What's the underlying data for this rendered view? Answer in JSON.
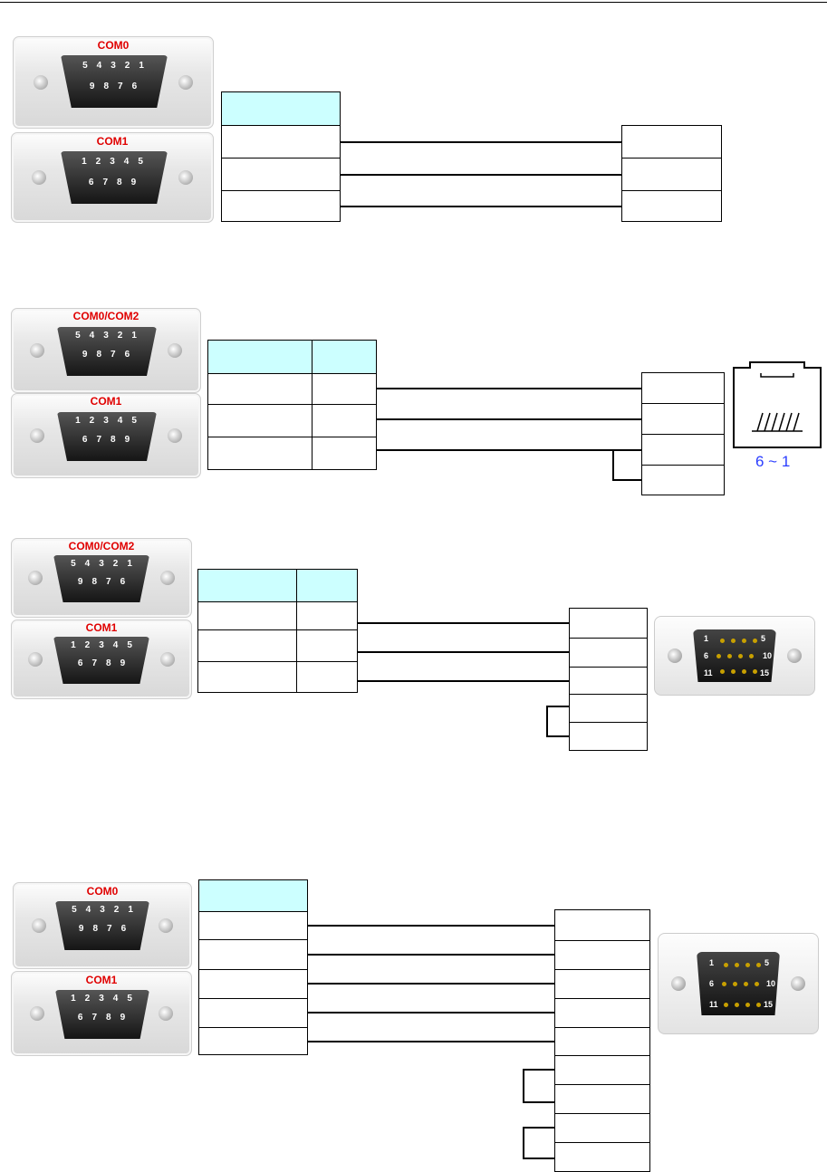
{
  "diagram1": {
    "top_connector": {
      "title": "COM0",
      "pins_row1": [
        "5",
        "4",
        "3",
        "2",
        "1"
      ],
      "pins_row2": [
        "9",
        "8",
        "7",
        "6"
      ]
    },
    "bottom_connector": {
      "title": "COM1",
      "pins_row1": [
        "1",
        "2",
        "3",
        "4",
        "5"
      ],
      "pins_row2": [
        "6",
        "7",
        "8",
        "9"
      ]
    }
  },
  "diagram2": {
    "top_connector": {
      "title": "COM0/COM2",
      "pins_row1": [
        "5",
        "4",
        "3",
        "2",
        "1"
      ],
      "pins_row2": [
        "9",
        "8",
        "7",
        "6"
      ]
    },
    "bottom_connector": {
      "title": "COM1",
      "pins_row1": [
        "1",
        "2",
        "3",
        "4",
        "5"
      ],
      "pins_row2": [
        "6",
        "7",
        "8",
        "9"
      ]
    },
    "rj_caption": "6 ~ 1"
  },
  "diagram3": {
    "top_connector": {
      "title": "COM0/COM2",
      "pins_row1": [
        "5",
        "4",
        "3",
        "2",
        "1"
      ],
      "pins_row2": [
        "9",
        "8",
        "7",
        "6"
      ]
    },
    "bottom_connector": {
      "title": "COM1",
      "pins_row1": [
        "1",
        "2",
        "3",
        "4",
        "5"
      ],
      "pins_row2": [
        "6",
        "7",
        "8",
        "9"
      ]
    },
    "db15": {
      "label_1": "1",
      "label_5": "5",
      "label_6": "6",
      "label_10": "10",
      "label_11": "11",
      "label_15": "15"
    }
  },
  "diagram4": {
    "top_connector": {
      "title": "COM0",
      "pins_row1": [
        "5",
        "4",
        "3",
        "2",
        "1"
      ],
      "pins_row2": [
        "9",
        "8",
        "7",
        "6"
      ]
    },
    "bottom_connector": {
      "title": "COM1",
      "pins_row1": [
        "1",
        "2",
        "3",
        "4",
        "5"
      ],
      "pins_row2": [
        "6",
        "7",
        "8",
        "9"
      ]
    },
    "db15": {
      "label_1": "1",
      "label_5": "5",
      "label_6": "6",
      "label_10": "10",
      "label_11": "11",
      "label_15": "15"
    }
  }
}
